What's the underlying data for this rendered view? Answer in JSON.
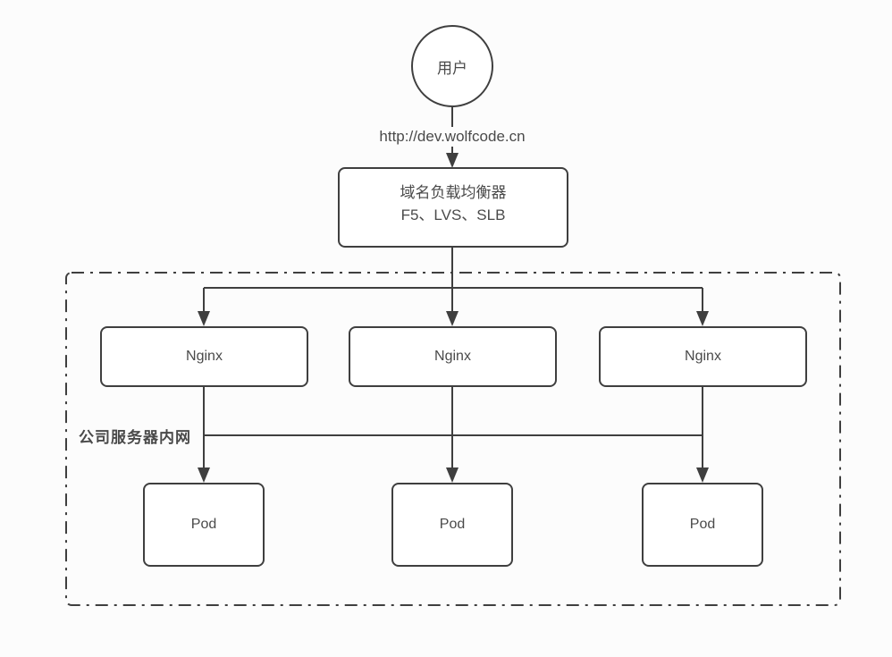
{
  "diagram": {
    "title_semantic": "ingress-load-balancing-architecture",
    "user_node": {
      "label": "用户"
    },
    "request_url": "http://dev.wolfcode.cn",
    "load_balancer": {
      "line1": "域名负载均衡器",
      "line2": "F5、LVS、SLB"
    },
    "intranet": {
      "label": "公司服务器内网"
    },
    "nginx_nodes": [
      {
        "label": "Nginx"
      },
      {
        "label": "Nginx"
      },
      {
        "label": "Nginx"
      }
    ],
    "pod_nodes": [
      {
        "label": "Pod"
      },
      {
        "label": "Pod"
      },
      {
        "label": "Pod"
      }
    ],
    "colors": {
      "stroke": "#3f3f3f",
      "text": "#4a4a4a",
      "background": "#fcfcfc",
      "node_fill": "#ffffff"
    }
  }
}
